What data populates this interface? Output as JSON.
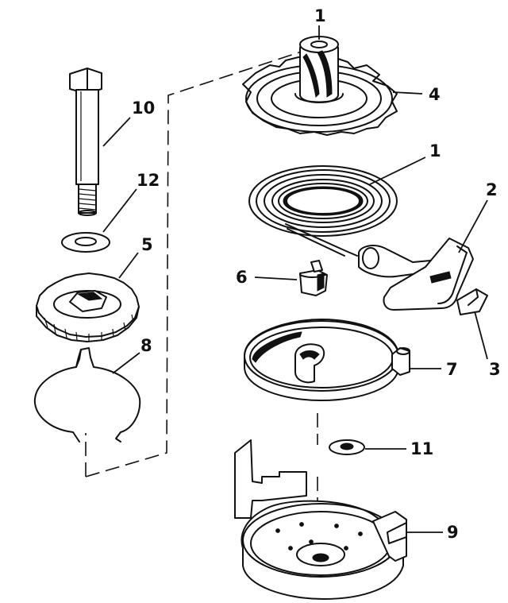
{
  "callouts": {
    "c1_top": "1",
    "c1_spring": "1",
    "c2": "2",
    "c3": "3",
    "c4": "4",
    "c5": "5",
    "c6": "6",
    "c7": "7",
    "c8": "8",
    "c9": "9",
    "c10": "10",
    "c11": "11",
    "c12": "12"
  }
}
